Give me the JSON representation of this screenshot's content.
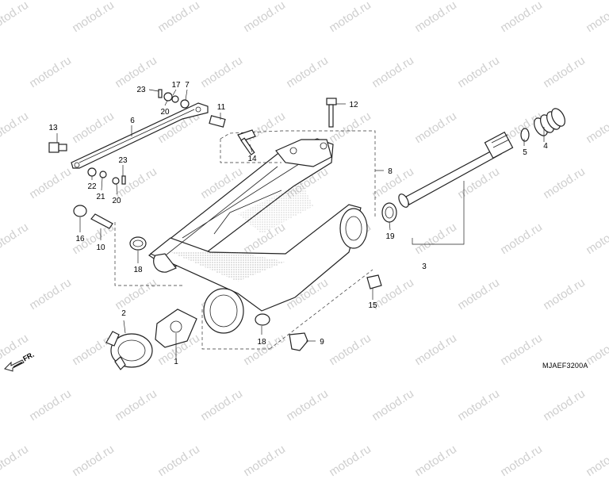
{
  "watermark_text": "motod.ru",
  "diagram_code": "MJAEF3200A",
  "direction_label": "FR.",
  "callouts": [
    "1",
    "2",
    "3",
    "4",
    "5",
    "6",
    "7",
    "8",
    "9",
    "10",
    "11",
    "12",
    "13",
    "14",
    "15",
    "16",
    "17",
    "18",
    "18",
    "19",
    "20",
    "20",
    "21",
    "22",
    "23",
    "23"
  ],
  "colors": {
    "line": "#222222",
    "watermark": "#cfcfcf",
    "background": "#ffffff"
  }
}
